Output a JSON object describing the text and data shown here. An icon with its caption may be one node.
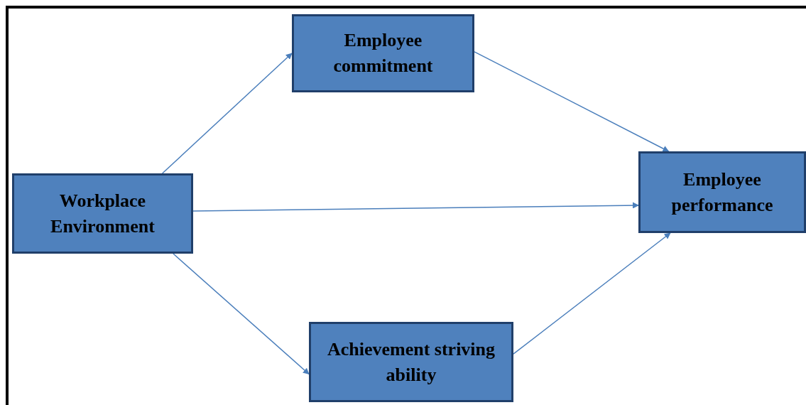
{
  "diagram": {
    "nodes": [
      {
        "text": [
          "Workplace Environment"
        ]
      },
      {
        "text": [
          "Employee commitment"
        ]
      },
      {
        "text": [
          "Employee performance"
        ]
      },
      {
        "text": [
          "Achievement striving ability"
        ]
      }
    ],
    "edges": [
      {
        "from": 0,
        "to": 1,
        "arrow": "to"
      },
      {
        "from": 1,
        "to": 2,
        "arrow": "to"
      },
      {
        "from": 0,
        "to": 2,
        "arrow": "to"
      },
      {
        "from": 0,
        "to": 3,
        "arrow": "to"
      },
      {
        "from": 3,
        "to": 2,
        "arrow": "to"
      }
    ]
  }
}
